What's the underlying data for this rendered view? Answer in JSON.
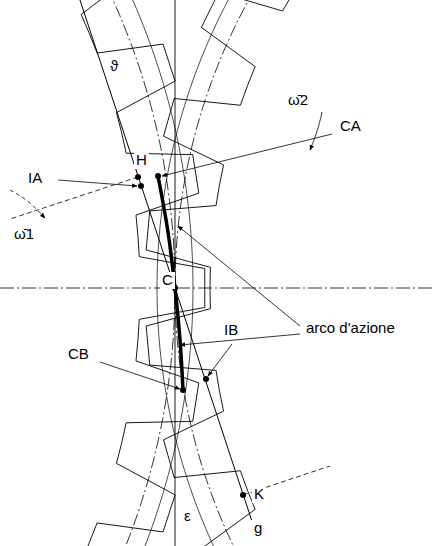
{
  "diagram": {
    "labels": [
      "ϑ",
      "CA",
      "IA",
      "H",
      "ω̄2",
      "ω̄1",
      "C",
      "arco d'azione",
      "CB",
      "IB",
      "K",
      "ε",
      "g"
    ]
  }
}
